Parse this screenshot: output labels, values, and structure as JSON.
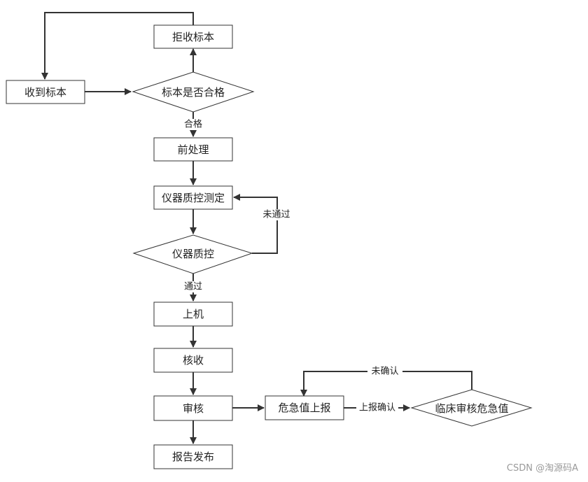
{
  "nodes": {
    "reject": "拒收标本",
    "receive": "收到标本",
    "qualified_check": "标本是否合格",
    "preprocess": "前处理",
    "instrument_qc_test": "仪器质控测定",
    "instrument_qc": "仪器质控",
    "on_machine": "上机",
    "verify_receipt": "核收",
    "review": "审核",
    "report_release": "报告发布",
    "critical_report": "危急值上报",
    "clinical_review": "临床审核危急值"
  },
  "edges": {
    "qualified": "合格",
    "not_passed": "未通过",
    "passed": "通过",
    "report_confirm": "上报确认",
    "not_confirmed": "未确认"
  },
  "watermark": "CSDN @淘源码A"
}
